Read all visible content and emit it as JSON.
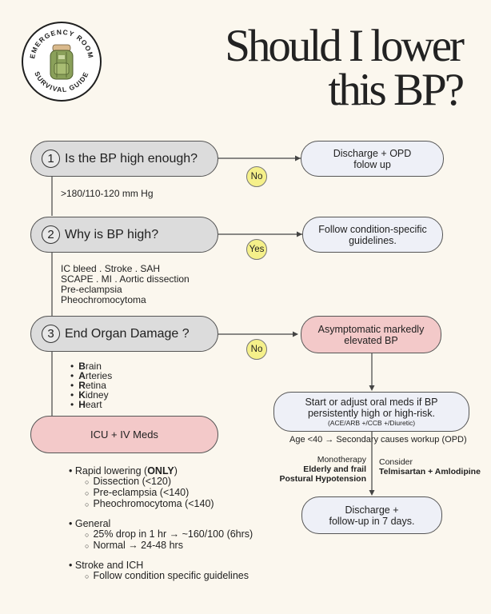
{
  "logo": {
    "top": "EMERGENCY ROOM",
    "bottom": "SURVIVAL GUIDE"
  },
  "title": {
    "line1": "Should I lower",
    "line2": "this BP?"
  },
  "steps": [
    {
      "num": "1",
      "label": "Is the BP high enough?",
      "criteria": [
        ">180/110-120 mm Hg"
      ]
    },
    {
      "num": "2",
      "label": "Why is BP high?",
      "criteria": [
        "IC bleed . Stroke . SAH",
        "SCAPE . MI . Aortic dissection",
        "Pre-eclampsia",
        "Pheochromocytoma"
      ]
    },
    {
      "num": "3",
      "label": "End Organ Damage ?"
    }
  ],
  "organs": [
    {
      "initial": "B",
      "rest": "rain"
    },
    {
      "initial": "A",
      "rest": "rteries"
    },
    {
      "initial": "R",
      "rest": "etina"
    },
    {
      "initial": "K",
      "rest": "idney"
    },
    {
      "initial": "H",
      "rest": "eart"
    }
  ],
  "badges": {
    "no1": "No",
    "yes": "Yes",
    "no2": "No"
  },
  "right": {
    "discharge_opd": {
      "line1": "Discharge + OPD",
      "line2": "folow up"
    },
    "follow_condition": {
      "line1": "Follow condition-specific",
      "line2": "guidelines."
    },
    "asymptomatic": {
      "line1": "Asymptomatic markedly",
      "line2": "elevated BP"
    },
    "start_meds": {
      "line1": "Start or adjust oral meds if BP",
      "line2": "persistently high or high-risk.",
      "line3": "(ACE/ARB +/CCB +/Diuretic)"
    },
    "age_note": "Age <40 → Secondary causes workup (OPD)",
    "mono": {
      "line1": "Monotherapy",
      "line2": "Elderly and frail",
      "line3": "Postural Hypotension"
    },
    "consider": {
      "line1": "Consider",
      "line2": "Telmisartan + Amlodipine"
    },
    "discharge_followup": {
      "line1": "Discharge +",
      "line2": "follow-up in 7 days."
    }
  },
  "icu": {
    "label": "ICU + IV Meds"
  },
  "management": {
    "rapid": {
      "pre": "Rapid lowering (",
      "bold": "ONLY",
      "post": ")",
      "items": [
        "Dissection (<120)",
        "Pre-eclampsia (<140)",
        "Pheochromocytoma (<140)"
      ]
    },
    "general": {
      "title": "General",
      "items": [
        "25% drop in 1 hr → ~160/100  (6hrs)",
        "Normal → 24-48 hrs"
      ]
    },
    "stroke": {
      "title": "Stroke and ICH",
      "items": [
        "Follow condition specific guidelines"
      ]
    }
  },
  "colors": {
    "background": "#fbf7ee",
    "pill_gray": "#dcdcdc",
    "pink": "#f3c9c9",
    "badge_yellow": "#f5f08a",
    "box_white": "#eef0f7",
    "bag_green": "#8aa05a"
  }
}
